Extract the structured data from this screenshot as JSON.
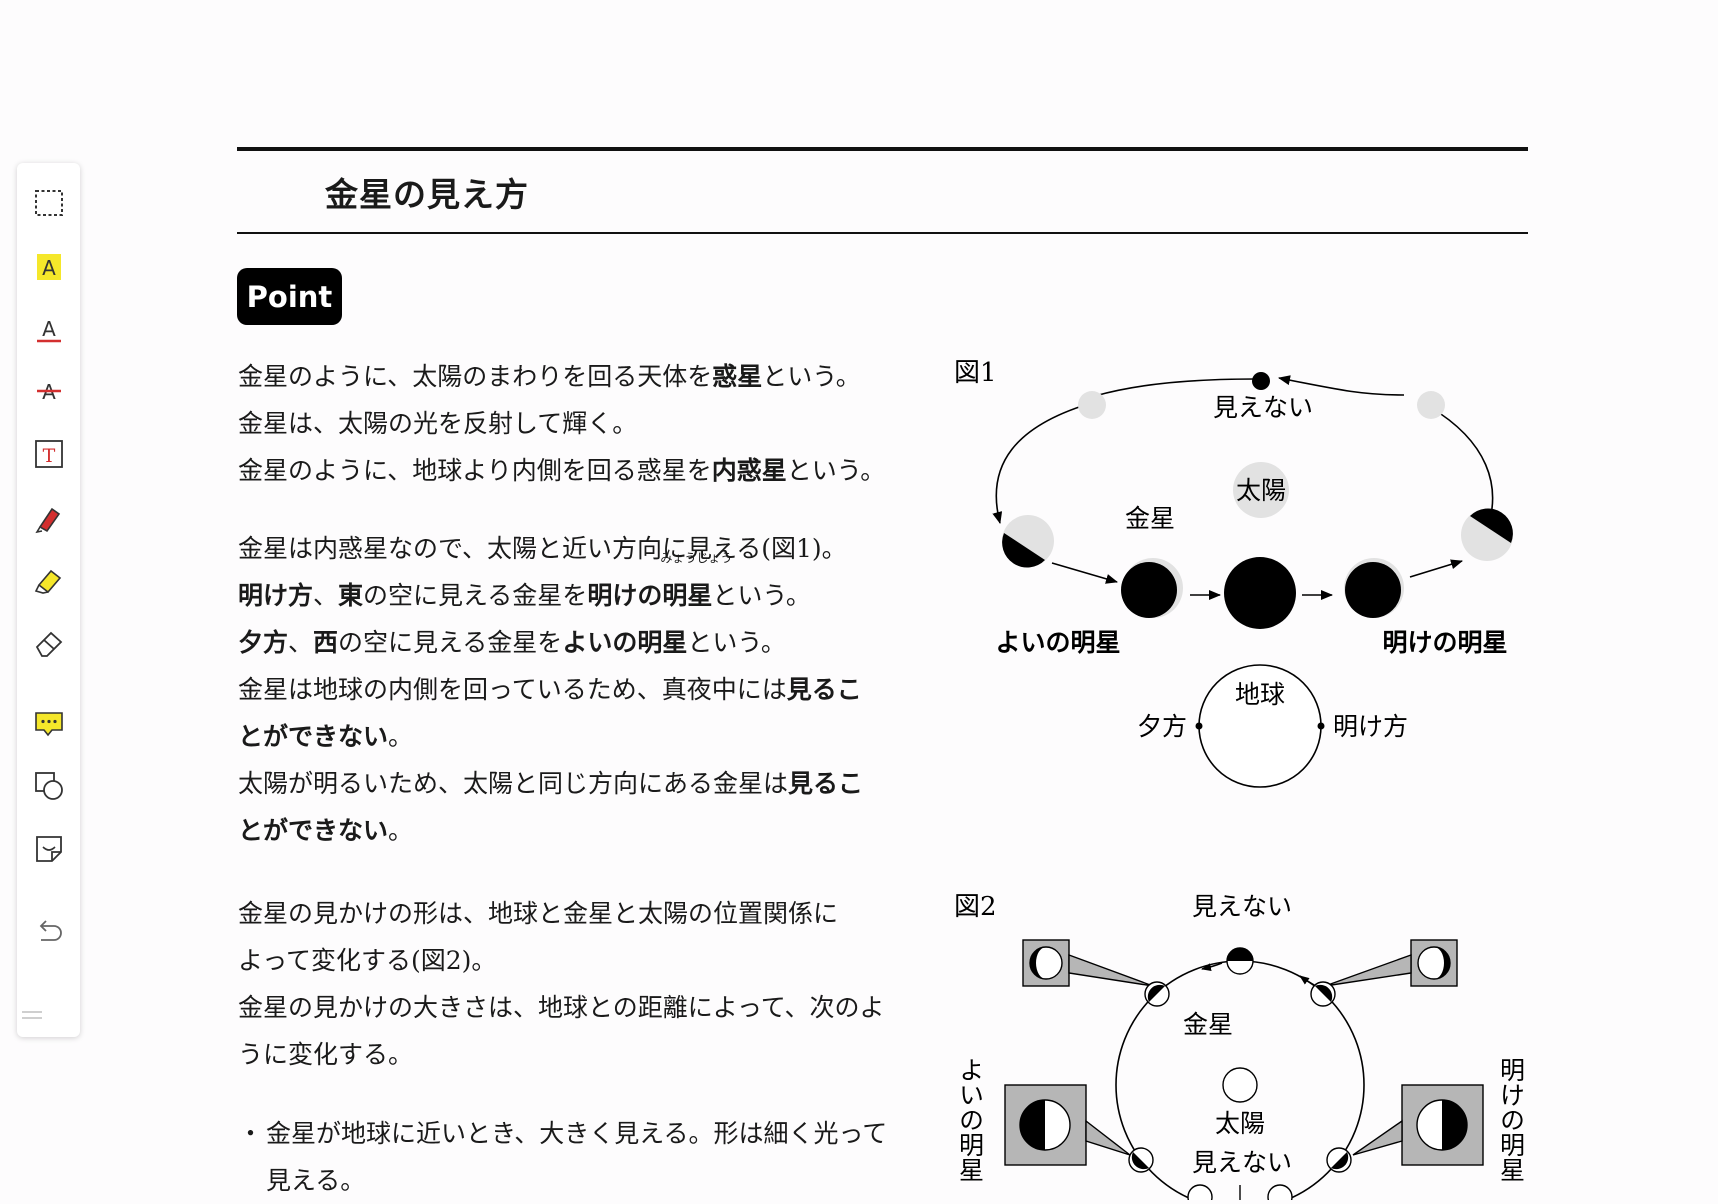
{
  "toolbar": {
    "tools": [
      {
        "name": "selection-tool",
        "icon": "dashed-rectangle-icon"
      },
      {
        "name": "highlight-text-tool",
        "icon": "text-highlight-icon",
        "color": "#f5e72a"
      },
      {
        "name": "underline-text-tool",
        "icon": "text-underline-icon",
        "color": "#d32f2f"
      },
      {
        "name": "strikethrough-text-tool",
        "icon": "text-strikethrough-icon",
        "color": "#d32f2f"
      },
      {
        "name": "text-box-tool",
        "icon": "text-box-icon",
        "color": "#d32f2f"
      },
      {
        "name": "pen-tool",
        "icon": "pen-icon",
        "color": "#d32f2f"
      },
      {
        "name": "highlighter-tool",
        "icon": "highlighter-icon",
        "color": "#f5e72a"
      },
      {
        "name": "eraser-tool",
        "icon": "eraser-icon"
      },
      {
        "name": "comment-tool",
        "icon": "comment-icon",
        "color": "#f5e72a"
      },
      {
        "name": "shape-tool",
        "icon": "shapes-icon"
      },
      {
        "name": "sticker-tool",
        "icon": "sticker-icon"
      },
      {
        "name": "undo-tool",
        "icon": "undo-icon"
      }
    ]
  },
  "document": {
    "title": "金星の見え方",
    "badge": "Point",
    "block1": {
      "l1a": "金星のように、太陽のまわりを回る天体を",
      "l1b": "惑星",
      "l1c": "という。",
      "l2": "金星は、太陽の光を反射して輝く。",
      "l3a": "金星のように、地球より内側を回る惑星を",
      "l3b": "内惑星",
      "l3c": "という。"
    },
    "block2": {
      "l1": "金星は内惑星なので、太陽と近い方向に見える(図1)。",
      "l2a": "明け方",
      "l2b": "、",
      "l2c": "東",
      "l2d": "の空に見える金星を",
      "l2e": "明けの",
      "l2f": "明星",
      "l2ruby": "みょうじょう",
      "l2g": "という。",
      "l3a": "夕方",
      "l3b": "、",
      "l3c": "西",
      "l3d": "の空に見える金星を",
      "l3e": "よいの明星",
      "l3f": "という。",
      "l4a": "金星は地球の内側を回っているため、真夜中には",
      "l4b": "見るこ",
      "l5a": "とができない",
      "l5b": "。",
      "l6a": "太陽が明るいため、太陽と同じ方向にある金星は",
      "l6b": "見るこ",
      "l7a": "とができない",
      "l7b": "。"
    },
    "block3": {
      "l1": "金星の見かけの形は、地球と金星と太陽の位置関係に",
      "l2": "よって変化する(図2)。",
      "l3": "金星の見かけの大きさは、地球との距離によって、次のよ",
      "l4": "うに変化する。"
    },
    "bullet": {
      "marker": "・",
      "l1": "金星が地球に近いとき、大きく見える。形は細く光って",
      "l2": "見える。"
    }
  },
  "figure1": {
    "label": "図1",
    "invisible": "見えない",
    "sun": "太陽",
    "venus": "金星",
    "evening_star": "よいの明星",
    "morning_star": "明けの明星",
    "earth": "地球",
    "evening": "夕方",
    "morning": "明け方"
  },
  "figure2": {
    "label": "図2",
    "invisible_top": "見えない",
    "venus": "金星",
    "sun": "太陽",
    "invisible_bottom": "見えない",
    "evening_star": "よいの明星",
    "morning_star": "明けの明星"
  }
}
